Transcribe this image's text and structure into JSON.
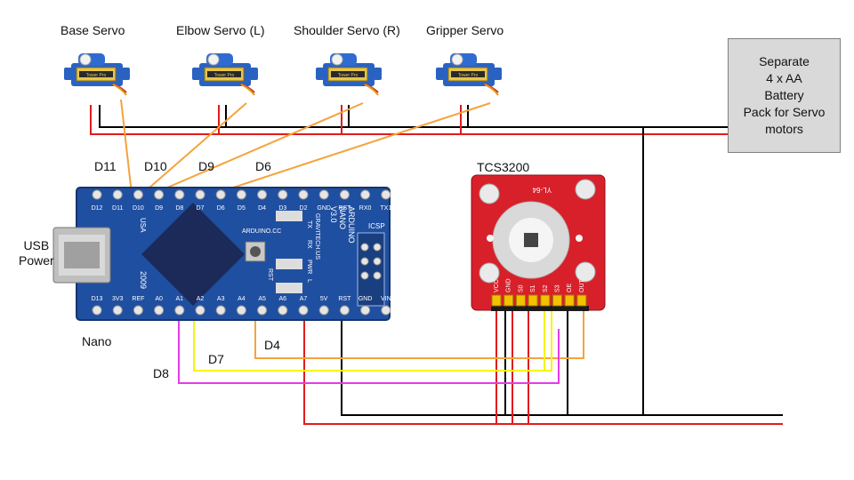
{
  "servos": {
    "base": "Base Servo",
    "elbow": "Elbow Servo (L)",
    "shoulder": "Shoulder Servo (R)",
    "gripper": "Gripper Servo",
    "sticker_text": "Tower Pro"
  },
  "battery": {
    "lines": [
      "Separate",
      "4 x AA",
      "Battery",
      "Pack for Servo",
      "motors"
    ]
  },
  "pins": {
    "d11": "D11",
    "d10": "D10",
    "d9": "D9",
    "d6": "D6",
    "d7": "D7",
    "d8": "D8",
    "d4": "D4"
  },
  "usb": {
    "line1": "USB",
    "line2": "Power"
  },
  "nano": {
    "caption": "Nano",
    "top_pins": [
      "D12",
      "D11",
      "D10",
      "D9",
      "D8",
      "D7",
      "D6",
      "D5",
      "D4",
      "D3",
      "D2",
      "GND",
      "RST",
      "RX0",
      "TX1"
    ],
    "bottom_pins": [
      "D13",
      "3V3",
      "REF",
      "A0",
      "A1",
      "A2",
      "A3",
      "A4",
      "A5",
      "A6",
      "A7",
      "5V",
      "RST",
      "GND",
      "VIN"
    ],
    "silk_lines": [
      "ARDUINO",
      "NANO",
      "V3.0"
    ],
    "silk_small": [
      "ARDUINO.CC",
      "GRAVITECH.US"
    ],
    "led_labels": [
      "TX",
      "RX",
      "PWR",
      "L"
    ],
    "icsp": "ICSP",
    "year": "2009",
    "usa": "USA",
    "rst_label": "RST"
  },
  "sensor": {
    "label": "TCS3200",
    "model": "YL-64",
    "pins": [
      "VCC",
      "GND",
      "S0",
      "S1",
      "S2",
      "S3",
      "OE",
      "OUT"
    ]
  },
  "colors": {
    "power": "#e21b1b",
    "ground": "#000000",
    "signal_orange": "#f5a33d",
    "signal_yellow": "#f5f50a",
    "signal_magenta": "#e83ae8",
    "board_blue": "#1f4fa0",
    "sensor_red": "#d8202a",
    "battery_fill": "#d9d9d9"
  }
}
